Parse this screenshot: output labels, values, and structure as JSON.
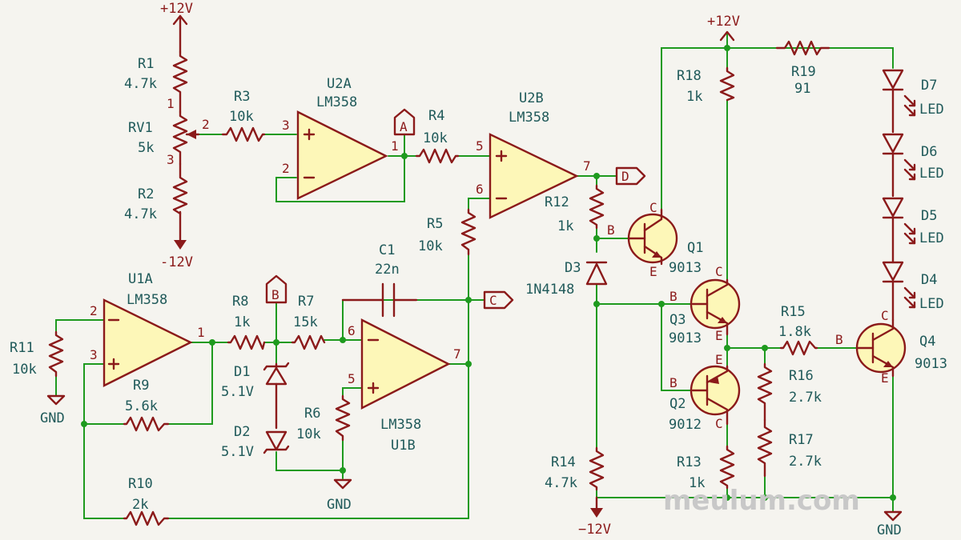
{
  "power": {
    "vpos": "+12V",
    "vneg": "-12V",
    "vneg2": "−12V",
    "gnd": "GND"
  },
  "refs": {
    "R1": "R1",
    "R2": "R2",
    "R3": "R3",
    "R4": "R4",
    "R5": "R5",
    "R6": "R6",
    "R7": "R7",
    "R8": "R8",
    "R9": "R9",
    "R10": "R10",
    "R11": "R11",
    "R12": "R12",
    "R13": "R13",
    "R14": "R14",
    "R15": "R15",
    "R16": "R16",
    "R17": "R17",
    "R18": "R18",
    "R19": "R19",
    "RV1": "RV1",
    "C1": "C1",
    "D1": "D1",
    "D2": "D2",
    "D3": "D3",
    "D4": "D4",
    "D5": "D5",
    "D6": "D6",
    "D7": "D7",
    "Q1": "Q1",
    "Q2": "Q2",
    "Q3": "Q3",
    "Q4": "Q4",
    "U1A": "U1A",
    "U1B": "U1B",
    "U2A": "U2A",
    "U2B": "U2B"
  },
  "values": {
    "R1": "4.7k",
    "R2": "4.7k",
    "R3": "10k",
    "R4": "10k",
    "R5": "10k",
    "R6": "10k",
    "R7": "15k",
    "R8": "1k",
    "R9": "5.6k",
    "R10": "2k",
    "R11": "10k",
    "R12": "1k",
    "R13": "1k",
    "R14": "4.7k",
    "R15": "1.8k",
    "R16": "2.7k",
    "R17": "2.7k",
    "R18": "1k",
    "R19": "91",
    "RV1": "5k",
    "C1": "22n",
    "D1": "5.1V",
    "D2": "5.1V",
    "D3": "1N4148",
    "LED": "LED",
    "Q1": "9013",
    "Q2": "9012",
    "Q3": "9013",
    "Q4": "9013",
    "opamp": "LM358"
  },
  "nets": {
    "A": "A",
    "B": "B",
    "C": "C",
    "D": "D"
  },
  "pins": {
    "p1": "1",
    "p2": "2",
    "p3": "3",
    "p5": "5",
    "p6": "6",
    "p7": "7",
    "B": "B",
    "C": "C",
    "E": "E"
  },
  "watermark": "meulum.com"
}
